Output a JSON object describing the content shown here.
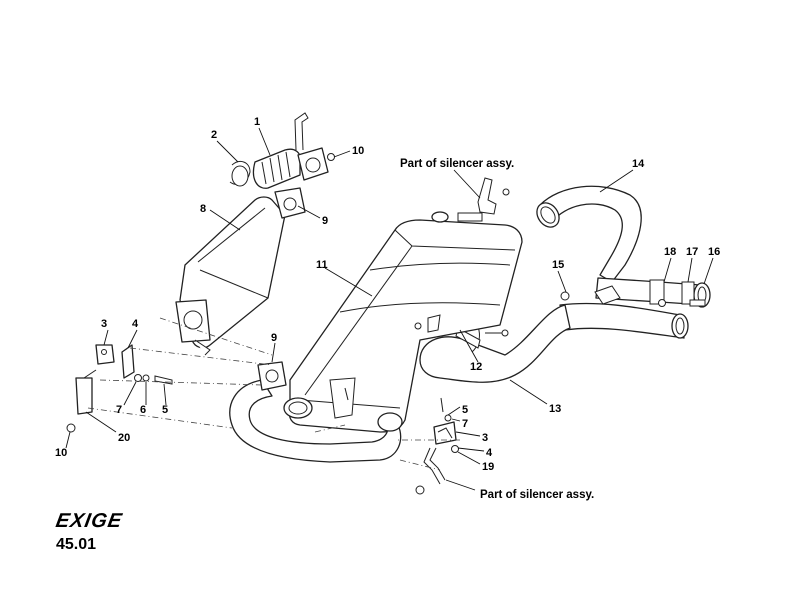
{
  "brand": {
    "logo_text": "EXIGE"
  },
  "page": {
    "number": "45.01"
  },
  "notes": {
    "silencer_top": "Part of silencer assy.",
    "silencer_bottom": "Part of silencer assy."
  },
  "callouts": {
    "c1": "1",
    "c2": "2",
    "c10a": "10",
    "c8": "8",
    "c9a": "9",
    "c11": "11",
    "c14": "14",
    "c15": "15",
    "c18": "18",
    "c17": "17",
    "c16": "16",
    "c12": "12",
    "c13": "13",
    "c3a": "3",
    "c4a": "4",
    "c7a": "7",
    "c6": "6",
    "c5a": "5",
    "c20": "20",
    "c10b": "10",
    "c9b": "9",
    "c5b": "5",
    "c7b": "7",
    "c3b": "3",
    "c4b": "4",
    "c19": "19"
  }
}
